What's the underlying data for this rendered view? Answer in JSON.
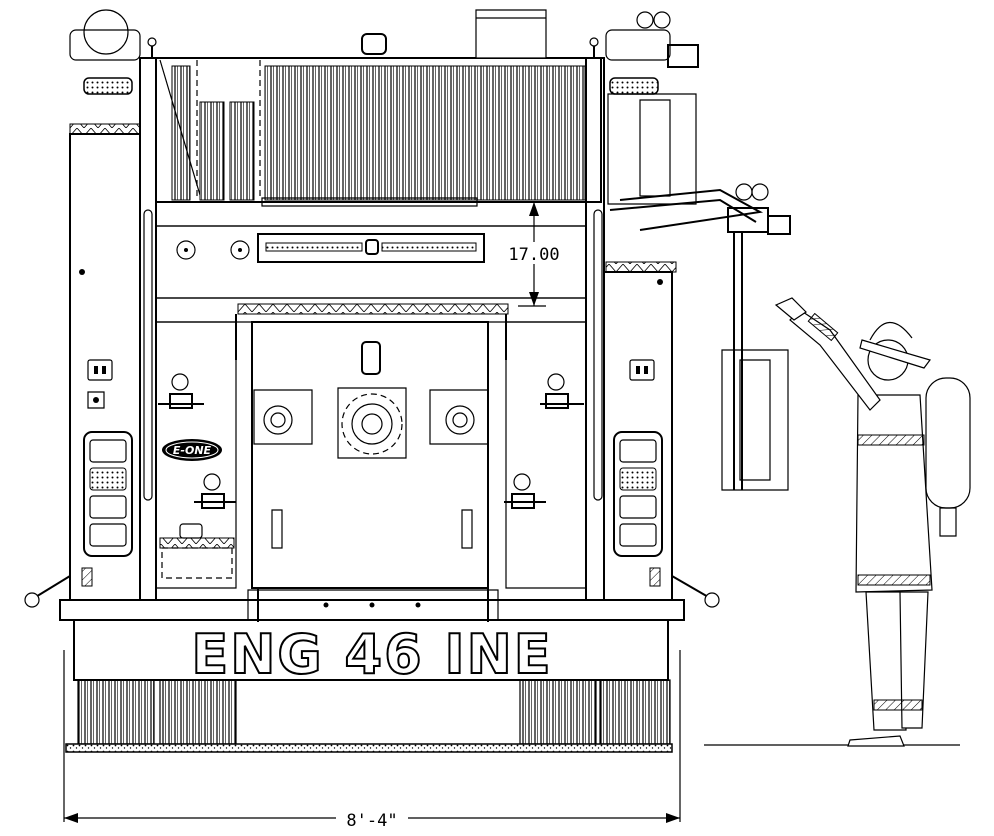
{
  "drawing": {
    "plate_text": "ENG 46 INE",
    "logo_text": "E-ONE",
    "height_dimension": "17.00",
    "width_dimension": "8'-4\""
  }
}
